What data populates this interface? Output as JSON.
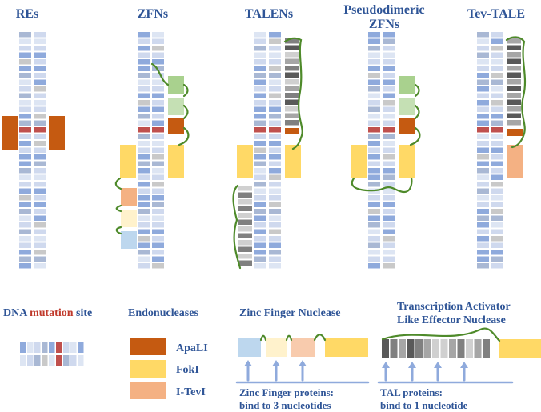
{
  "panels": [
    {
      "title": "REs"
    },
    {
      "title": "ZFNs"
    },
    {
      "title": "TALENs"
    },
    {
      "title_line1": "Pseudodimeric",
      "title_line2": "ZFNs"
    },
    {
      "title": "Tev-TALE"
    }
  ],
  "legend": {
    "dna_prefix": "DNA ",
    "dna_mutation": "mutation",
    "dna_suffix": " site",
    "endonucleases_title": "Endonucleases",
    "items": [
      {
        "label": "ApaLI",
        "color": "#c55a11"
      },
      {
        "label": "FokI",
        "color": "#ffd966"
      },
      {
        "label": "I-TevI",
        "color": "#f4b183"
      }
    ]
  },
  "zfn_section": {
    "title": "Zinc Finger Nuclease",
    "caption_line1": "Zinc Finger proteins:",
    "caption_line2": "bind to 3 nucleotides"
  },
  "talen_section": {
    "title_line1": "Transcription Activator",
    "title_line2": "Like Effector Nuclease",
    "caption_line1": "TAL proteins:",
    "caption_line2": "bind to 1 nucleotide"
  },
  "colors": {
    "title_text": "#2f5597",
    "mutation_text": "#c0392b",
    "mutation_cell": "#c0504d",
    "linker": "#4e8a2a",
    "arrow": "#8faadc",
    "dna_cells": [
      "#cfd9ee",
      "#8faadc",
      "#a9b8d4",
      "#dde5f3",
      "#c9c9c9"
    ],
    "tale_cells": [
      "#595959",
      "#808080",
      "#a6a6a6",
      "#d0d0d0"
    ],
    "zf_colors": [
      "#bdd7ee",
      "#fff2cc",
      "#f8cbad"
    ],
    "zf_colors_green": [
      "#a9d18e",
      "#c5e0b4"
    ]
  }
}
